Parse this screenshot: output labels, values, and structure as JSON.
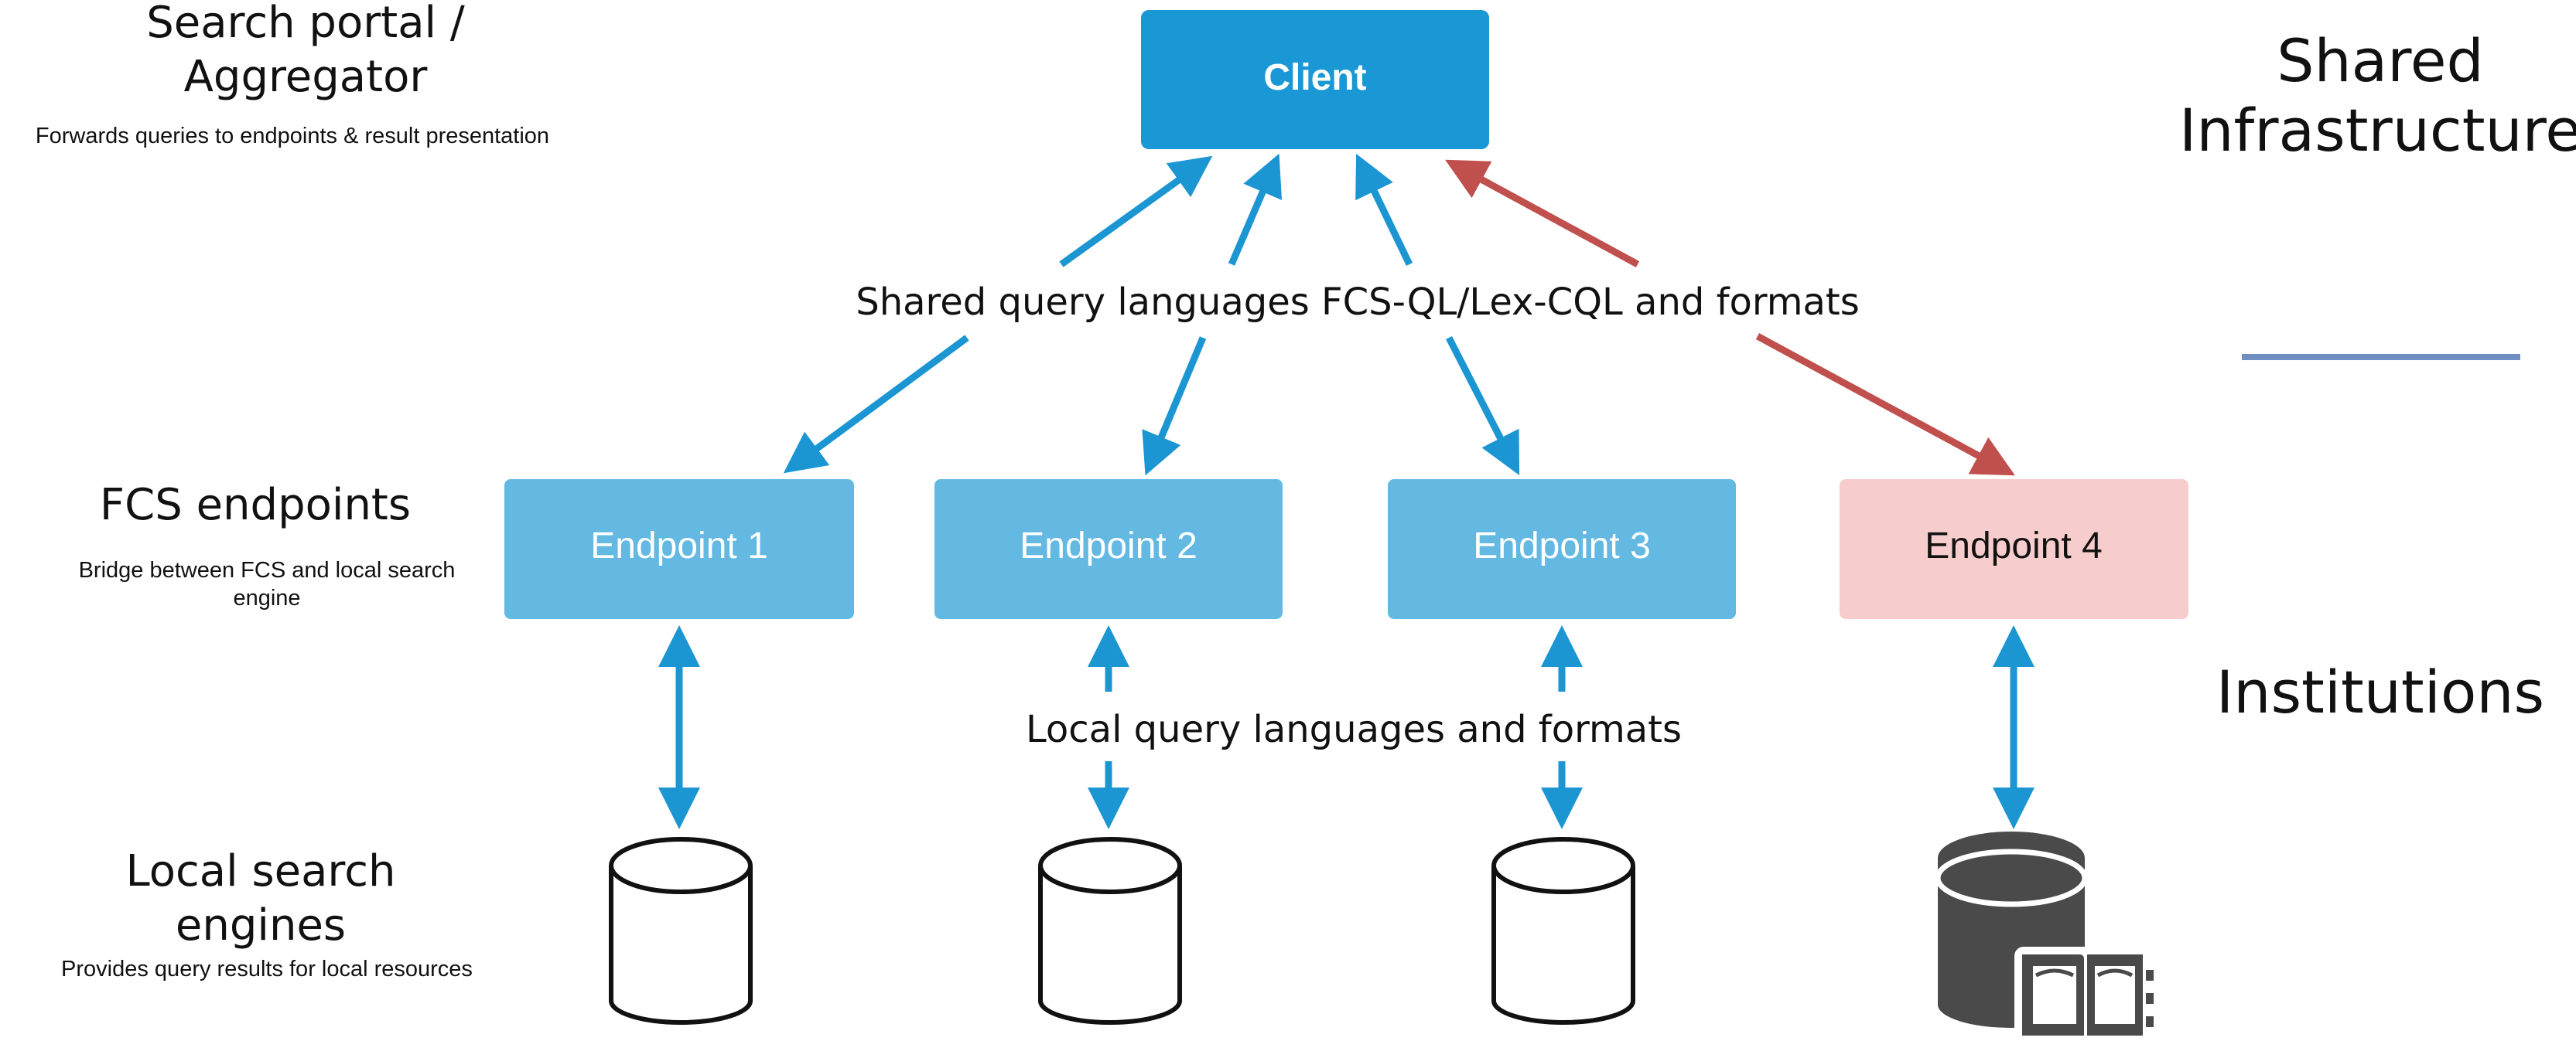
{
  "labels": {
    "search_portal_line1": "Search portal /",
    "search_portal_line2": "Aggregator",
    "search_portal_desc": "Forwards queries to endpoints & result presentation",
    "fcs_endpoints": "FCS endpoints",
    "fcs_endpoints_desc_line1": "Bridge between FCS and local search",
    "fcs_endpoints_desc_line2": "engine",
    "local_engines_line1": "Local search",
    "local_engines_line2": "engines",
    "local_engines_desc": "Provides query results for local resources",
    "shared_infra_line1": "Shared",
    "shared_infra_line2": "Infrastructure",
    "institutions": "Institutions",
    "shared_query": "Shared query languages FCS-QL/Lex-CQL and formats",
    "local_query": "Local query languages and formats"
  },
  "nodes": {
    "client": "Client",
    "endpoint1": "Endpoint 1",
    "endpoint2": "Endpoint 2",
    "endpoint3": "Endpoint 3",
    "endpoint4": "Endpoint 4"
  },
  "colors": {
    "client_fill": "#1a98d5",
    "endpoint_fill": "#63b9e2",
    "endpoint4_fill": "#f6cccc",
    "arrow_blue": "#1b96d2",
    "arrow_red": "#c0504d",
    "divider": "#6f8fc2",
    "db_dark": "#4a4a4a"
  }
}
